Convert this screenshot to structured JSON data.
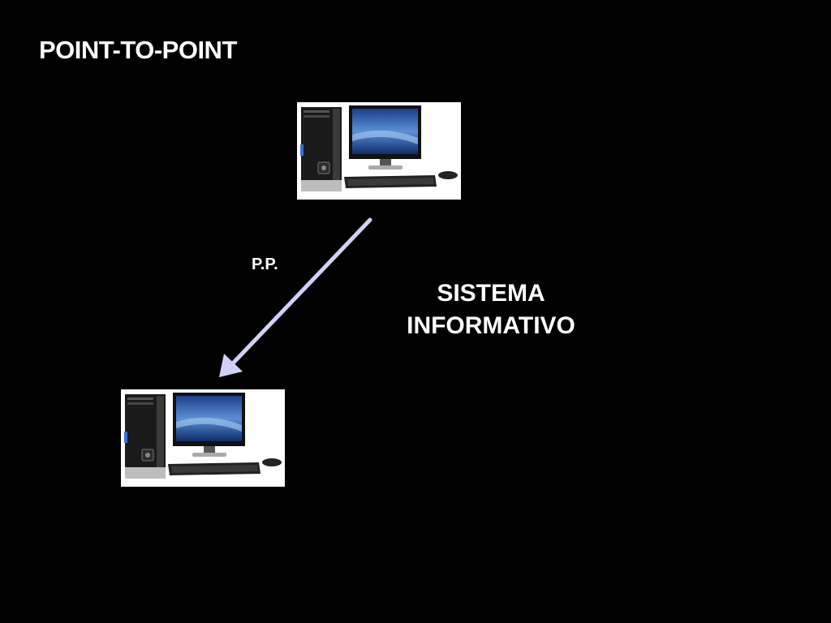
{
  "slide": {
    "title": "POINT-TO-POINT",
    "connection_label": "P.P.",
    "system_label_lines": [
      "SISTEMA",
      "INFORMATIVO"
    ]
  },
  "diagram": {
    "nodes": [
      {
        "id": "computer-top",
        "icon": "desktop-computer-icon"
      },
      {
        "id": "computer-bottom",
        "icon": "desktop-computer-icon"
      }
    ],
    "edges": [
      {
        "from": "computer-top",
        "to": "computer-bottom",
        "label": "P.P.",
        "color": "#d0d0f8"
      }
    ]
  },
  "colors": {
    "background": "#000000",
    "text": "#ffffff",
    "arrow": "#d0d0f8"
  }
}
